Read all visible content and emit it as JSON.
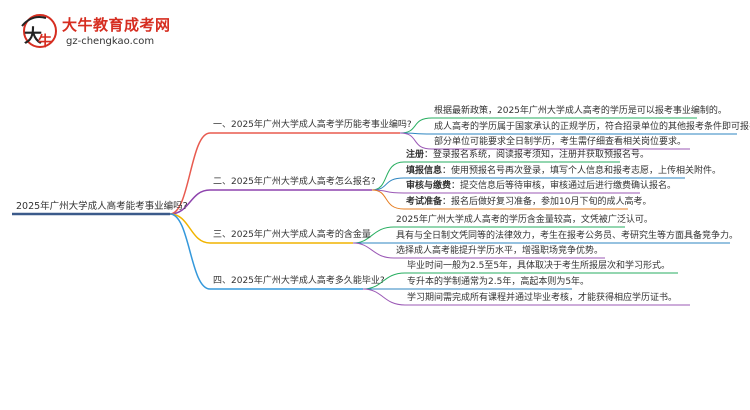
{
  "logo": {
    "title": "大牛教育成考网",
    "url": "gz-chengkao.com"
  },
  "colors": {
    "root_line": "#3b5a8a",
    "branch1": "#e85a4f",
    "branch2": "#8e44ad",
    "branch3": "#f1b400",
    "branch4": "#3498db",
    "leaf_green": "#27ae60",
    "leaf_blue": "#2e86c1",
    "leaf_purple": "#9b59b6",
    "leaf_orange": "#e67e22"
  },
  "root": "2025年广州大学成人高考能考事业编吗?",
  "branches": [
    {
      "label": "一、2025年广州大学成人高考学历能考事业编吗?",
      "leaves": [
        {
          "text": "根据最新政策，2025年广州大学成人高考的学历是可以报考事业编制的。"
        },
        {
          "text": "成人高考的学历属于国家承认的正规学历，符合招录单位的其他报考条件即可报名。"
        },
        {
          "text": "部分单位可能要求全日制学历，考生需仔细查看相关岗位要求。"
        }
      ]
    },
    {
      "label": "二、2025年广州大学成人高考怎么报名?",
      "leaves": [
        {
          "bold": "注册",
          "text": "：登录报名系统，阅读报考须知，注册并获取预报名号。"
        },
        {
          "bold": "填报信息",
          "text": "：使用预报名号再次登录，填写个人信息和报考志愿，上传相关附件。"
        },
        {
          "bold": "审核与缴费",
          "text": "：提交信息后等待审核，审核通过后进行缴费确认报名。"
        },
        {
          "bold": "考试准备",
          "text": "：报名后做好复习准备，参加10月下旬的成人高考。"
        }
      ]
    },
    {
      "label": "三、2025年广州大学成人高考的含金量",
      "leaves": [
        {
          "text": "2025年广州大学成人高考的学历含金量较高，文凭被广泛认可。"
        },
        {
          "text": "具有与全日制文凭同等的法律效力，考生在报考公务员、考研究生等方面具备竞争力。"
        },
        {
          "text": "选择成人高考能提升学历水平，增强职场竞争优势。"
        }
      ]
    },
    {
      "label": "四、2025年广州大学成人高考多久能毕业?",
      "leaves": [
        {
          "text": "毕业时间一般为2.5至5年，具体取决于考生所报层次和学习形式。"
        },
        {
          "text": "专升本的学制通常为2.5年，高起本则为5年。"
        },
        {
          "text": "学习期间需完成所有课程并通过毕业考核，才能获得相应学历证书。"
        }
      ]
    }
  ]
}
